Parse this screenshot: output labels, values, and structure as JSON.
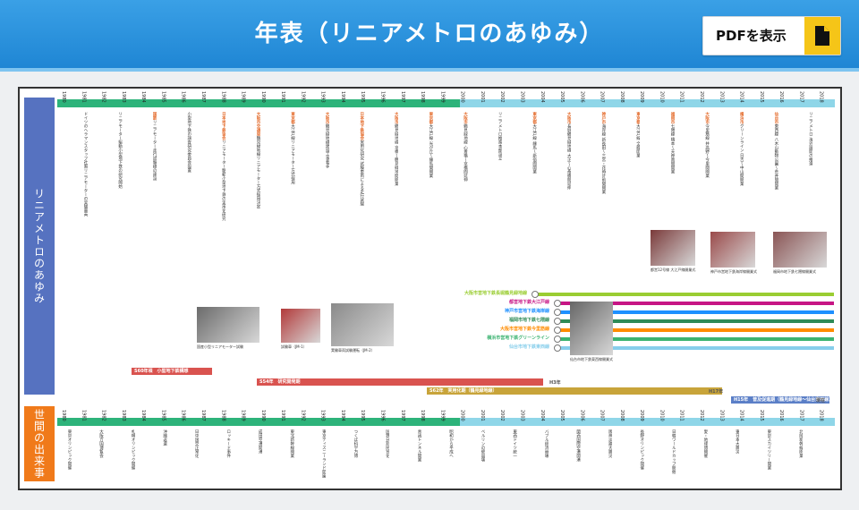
{
  "header": {
    "title": "年表（リニアメトロのあゆみ）",
    "pdf_button_label": "PDFを表示"
  },
  "side_labels": {
    "top": "リニアメトロのあゆみ",
    "bottom": "世間の出来事"
  },
  "top_years": [
    "1980",
    "1981",
    "1982",
    "1983",
    "1984",
    "1985",
    "1986",
    "1987",
    "1988",
    "1989",
    "1990",
    "1991",
    "1992",
    "1993",
    "1994",
    "1995",
    "1996",
    "1997",
    "1998",
    "1999",
    "2000",
    "2001",
    "2002",
    "2003",
    "2004",
    "2005",
    "2006",
    "2007",
    "2008",
    "2009",
    "2010",
    "2011",
    "2012",
    "2013",
    "2014",
    "2015",
    "2016",
    "2017",
    "2018"
  ],
  "columns": [
    {
      "tag": "",
      "text": "ドイツのヘラマンスタッフ社製リニアモーターの実験車両"
    },
    {
      "tag": "",
      "text": "リニアモーター駆動小型地下鉄の研究開始"
    },
    {
      "tag": "国鉄",
      "text": "リニアモーター走行試験線の建設"
    },
    {
      "tag": "",
      "text": "小型地下鉄の調査研究委員会設置"
    },
    {
      "tag": "日本地下鉄協会",
      "text": "リニアモーター駆動小型地下鉄の実用化研究"
    },
    {
      "tag": "大阪市交通局",
      "text": "鶴見緑地線リニアモーター方式採用決定"
    },
    {
      "tag": "東京都",
      "text": "大江戸線リニアモーター方式採用"
    },
    {
      "tag": "大阪市",
      "text": "鶴見緑地線建設工事着手"
    },
    {
      "tag": "日本地下鉄協会",
      "text": "実用化研究 試験車両による走行試験"
    },
    {
      "tag": "大阪市",
      "text": "鶴見緑地線 京橋〜鶴見緑地間開業"
    },
    {
      "tag": "東京都",
      "text": "大江戸線 光が丘〜練馬間開業"
    },
    {
      "tag": "大阪市",
      "text": "鶴見緑地線 心斎橋〜京橋間延伸"
    },
    {
      "tag": "",
      "text": "リニアメトロ推進本部設立"
    },
    {
      "tag": "東京都",
      "text": "大江戸線 練馬〜新宿間開業"
    },
    {
      "tag": "大阪市",
      "text": "長堀鶴見緑地線 大正〜心斎橋間延伸"
    },
    {
      "tag": "神戸市",
      "text": "海岸線 新長田〜三宮・花時計前間開業"
    },
    {
      "tag": "東京都",
      "text": "大江戸線 全線開業"
    },
    {
      "tag": "福岡市",
      "text": "七隈線 橋本〜天神南間開業"
    },
    {
      "tag": "大阪市",
      "text": "今里筋線 井高野〜今里間開業"
    },
    {
      "tag": "横浜市",
      "text": "グリーンライン 日吉〜中山間開業"
    },
    {
      "tag": "仙台市",
      "text": "東西線 八木山動物公園〜荒井間開業"
    },
    {
      "tag": "",
      "text": "リニアメトロ 海外展開の推進"
    }
  ],
  "lines": [
    {
      "label": "大阪市営地下鉄長堀鶴見緑地線",
      "color": "#9acd32"
    },
    {
      "label": "都営地下鉄大江戸線",
      "color": "#c71585"
    },
    {
      "label": "神戸市営地下鉄海岸線",
      "color": "#1e90ff"
    },
    {
      "label": "福岡市地下鉄七隈線",
      "color": "#2e8b57"
    },
    {
      "label": "大阪市営地下鉄今里筋線",
      "color": "#ff8c00"
    },
    {
      "label": "横浜市営地下鉄グリーンライン",
      "color": "#3cb371"
    },
    {
      "label": "仙台市地下鉄東西線",
      "color": "#87ceeb"
    }
  ],
  "photos": [
    {
      "caption": "国産小型リニアモーター試験"
    },
    {
      "caption": "試験車（JM-1）"
    },
    {
      "caption": "実験車両試験運転（JM-2）"
    },
    {
      "caption": "都営12号線 大江戸線開業式"
    },
    {
      "caption": "神戸市営地下鉄海岸線開業式"
    },
    {
      "caption": "福岡市地下鉄七隈線開業式"
    },
    {
      "caption": "仙台市地下鉄東西線開業式"
    }
  ],
  "eras": [
    {
      "label": "S60年頃　小型地下鉄構想",
      "color": "#d9534f"
    },
    {
      "label": "S54年　研究開発期",
      "color": "#d9534f"
    },
    {
      "label": "S62年　実用化期（鶴見緑地線）",
      "color": "#c8a43a"
    },
    {
      "label": "H15年　普及促進期（鶴見緑地線〜仙台東西線）",
      "color": "#5b7fc7"
    }
  ],
  "era_right_labels": {
    "h3": "H3年",
    "h17": "H17年",
    "present": "現在"
  },
  "world_events": [
    "東京オリンピック開催",
    "大阪万国博覧会",
    "札幌オリンピック開催",
    "沖縄返還",
    "日中国交正常化",
    "ロッキード事件",
    "成田空港開港",
    "東北新幹線開業",
    "東京ディズニーランド開園",
    "つくば科学万博",
    "国鉄分割民営化",
    "青函トンネル開業",
    "昭和から平成へ",
    "ベルリンの壁崩壊",
    "東西ドイツ統一",
    "バブル経済崩壊",
    "関西国際空港開港",
    "阪神淡路大震災",
    "長野オリンピック開催",
    "日韓ワールドカップ開催",
    "愛・地球博開催",
    "東日本大震災",
    "東京スカイツリー開業",
    "北陸新幹線開業"
  ],
  "colors": {
    "header_bg": "#1f86d4",
    "side_top": "#5672c0",
    "side_bottom": "#f07a1a",
    "pdf_icon_bg": "#f5c518"
  }
}
